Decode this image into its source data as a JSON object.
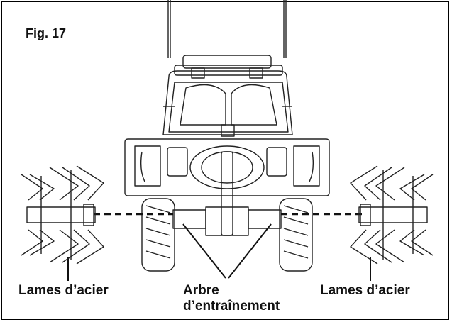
{
  "figure": {
    "title": "Fig. 17"
  },
  "labels": {
    "left": "Lames d’acier",
    "right": "Lames d’acier",
    "center_line1": "Arbre",
    "center_line2": "d’entraînement"
  },
  "colors": {
    "ink": "#111111",
    "background": "#ffffff"
  }
}
